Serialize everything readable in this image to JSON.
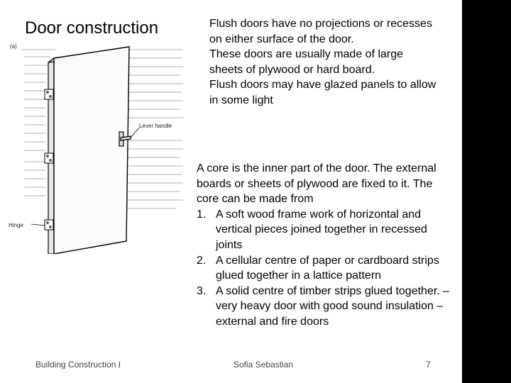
{
  "slide": {
    "title": "Door construction",
    "intro": [
      "Flush doors have no projections or recesses on either surface of the door.",
      "These doors are usually made of large sheets of plywood or hard board.",
      "Flush doors may have glazed panels to allow in some light"
    ],
    "core_intro": "A core is the inner part of the door. The external boards or sheets of plywood are fixed to it. The core can be made from",
    "core_items": [
      {
        "num": "1.",
        "text": "A soft wood frame work of horizontal and vertical pieces joined together in recessed joints"
      },
      {
        "num": "2.",
        "text": "A cellular centre of paper or cardboard strips glued together in a lattice pattern"
      },
      {
        "num": "3.",
        "text": "A solid centre of timber strips glued together. – very heavy door with good sound insulation – external and fire doors"
      }
    ]
  },
  "figure": {
    "tag": "(a)",
    "lever_label": "Lever handle",
    "hinge_label": "Hinge"
  },
  "footer": {
    "left": "Building Construction I",
    "center": "Sofia Sebastian",
    "page": "7"
  },
  "colors": {
    "accent_bar": "#000000"
  }
}
